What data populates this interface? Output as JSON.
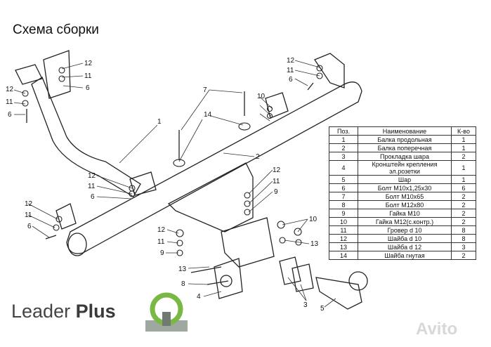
{
  "title": "Схема сборки",
  "brand": {
    "name_light": "Leader ",
    "name_bold": "Plus"
  },
  "watermark": "Avito",
  "table": {
    "headers": [
      "Поз.",
      "Наименование",
      "К-во"
    ],
    "rows": [
      [
        "1",
        "Балка продольная",
        "1"
      ],
      [
        "2",
        "Балка поперечная",
        "1"
      ],
      [
        "3",
        "Прокладка шара",
        "2"
      ],
      [
        "4",
        "Кронштейн крепления эл.розетки",
        "1"
      ],
      [
        "5",
        "Шар",
        "1"
      ],
      [
        "6",
        "Болт М10х1,25х30",
        "6"
      ],
      [
        "7",
        "Болт М10х65",
        "2"
      ],
      [
        "8",
        "Болт М12х80",
        "2"
      ],
      [
        "9",
        "Гайка  М10",
        "2"
      ],
      [
        "10",
        "Гайка М12(с.контр.)",
        "2"
      ],
      [
        "11",
        "Гровер d 10",
        "8"
      ],
      [
        "12",
        "Шайба d 10",
        "8"
      ],
      [
        "13",
        "Шайба d 12",
        "3"
      ],
      [
        "14",
        "Шайба гнутая",
        "2"
      ]
    ]
  },
  "callouts": [
    "12",
    "11",
    "6",
    "12",
    "11",
    "6",
    "7",
    "12",
    "11",
    "6",
    "14",
    "1",
    "2",
    "12",
    "11",
    "6",
    "12",
    "11",
    "6",
    "12",
    "11",
    "9",
    "12",
    "11",
    "9",
    "10",
    "10",
    "13",
    "13",
    "8",
    "4",
    "3",
    "5"
  ]
}
